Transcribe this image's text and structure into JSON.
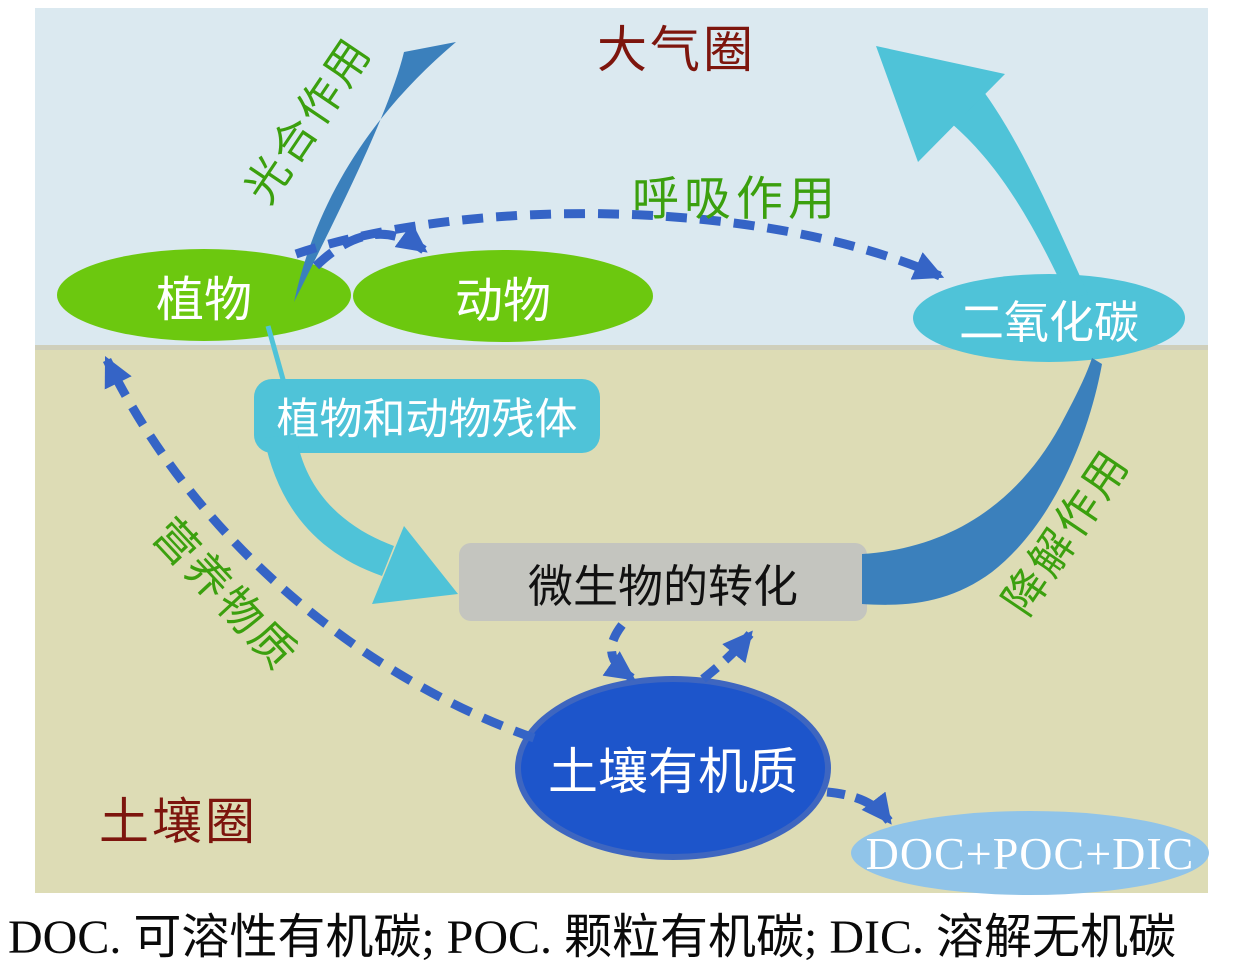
{
  "regions": {
    "atmosphere": "大气圈",
    "soil": "土壤圈"
  },
  "nodes": {
    "plants": "植物",
    "animals": "动物",
    "carbon_dioxide": "二氧化碳",
    "residues": "植物和动物残体",
    "microbial_transformation": "微生物的转化",
    "soil_organic_matter": "土壤有机质",
    "doc_poc_dic": "DOC+POC+DIC"
  },
  "processes": {
    "photosynthesis": "光合作用",
    "respiration": "呼吸作用",
    "degradation": "降解作用",
    "nutrients": "营养物质"
  },
  "caption": "DOC. 可溶性有机碳; POC. 颗粒有机碳; DIC. 溶解无机碳",
  "arrows": [
    {
      "from": "atmosphere",
      "to": "plants",
      "label": "光合作用",
      "style": "solid-band",
      "color": "#3b80bc"
    },
    {
      "from": "plants",
      "to": "animals",
      "style": "dashed",
      "color": "#3564c6"
    },
    {
      "from": "plants",
      "to": "carbon_dioxide",
      "label": "呼吸作用",
      "style": "dashed",
      "color": "#3564c6"
    },
    {
      "from": "carbon_dioxide",
      "to": "atmosphere",
      "style": "solid-band",
      "color": "#4fc3d8"
    },
    {
      "from": "plants",
      "to": "residues",
      "style": "thin-line",
      "color": "#4fc3d8"
    },
    {
      "from": "residues",
      "to": "microbial_transformation",
      "style": "solid-band",
      "color": "#4fc3d8"
    },
    {
      "from": "microbial_transformation",
      "to": "carbon_dioxide",
      "label": "降解作用",
      "style": "solid-band",
      "color": "#3b80bc"
    },
    {
      "from": "microbial_transformation",
      "to": "soil_organic_matter",
      "style": "dashed",
      "color": "#3564c6"
    },
    {
      "from": "soil_organic_matter",
      "to": "microbial_transformation",
      "style": "dashed",
      "color": "#3564c6"
    },
    {
      "from": "soil_organic_matter",
      "to": "plants",
      "label": "营养物质",
      "style": "dashed",
      "color": "#3564c6"
    },
    {
      "from": "soil_organic_matter",
      "to": "doc_poc_dic",
      "style": "dashed",
      "color": "#3564c6"
    }
  ],
  "colors": {
    "sky": "#dbe9f0",
    "soil": "#dddcb5",
    "green_node": "#6cc80f",
    "cyan_node": "#4fc3d8",
    "gray_node": "#c4c5bf",
    "deep_blue_node": "#1d55cb",
    "light_blue_node": "#90c4e9",
    "dark_band": "#3b80bc",
    "dashed_arrow": "#3564c6",
    "region_title": "#7d150d",
    "process_label": "#3ba00e"
  }
}
